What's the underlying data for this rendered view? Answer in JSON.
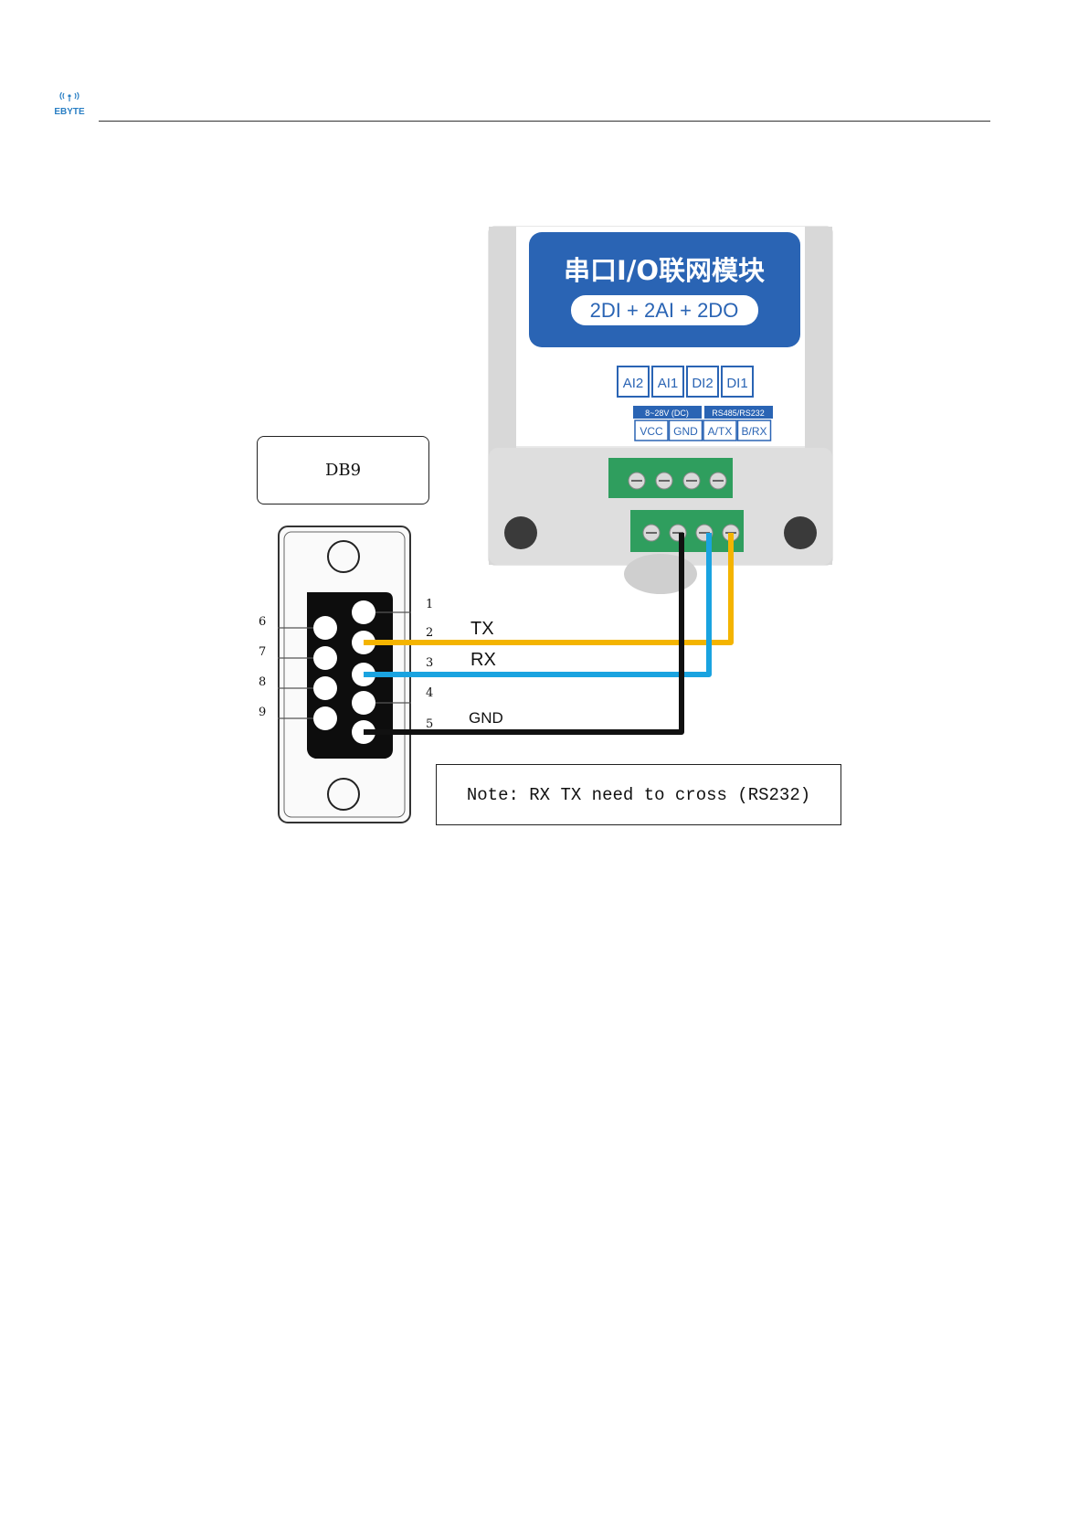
{
  "header": {
    "brand": "EBYTE",
    "logo_icon": "wifi-signal-icon"
  },
  "module": {
    "title": "串口I/O联网模块",
    "subtitle": "2DI + 2AI + 2DO",
    "io_labels": [
      "AI2",
      "AI1",
      "DI2",
      "DI1"
    ],
    "power_group_label": "8~28V (DC)",
    "serial_group_label": "RS485/RS232",
    "terminal_labels": [
      "VCC",
      "GND",
      "A/TX",
      "B/RX"
    ]
  },
  "db9": {
    "label": "DB9",
    "pin_numbers_right": [
      "1",
      "2",
      "3",
      "4",
      "5"
    ],
    "pin_numbers_left": [
      "6",
      "7",
      "8",
      "9"
    ]
  },
  "wires": [
    {
      "label": "TX",
      "color": "#f4b400"
    },
    {
      "label": "RX",
      "color": "#1aa3e0"
    },
    {
      "label": "GND",
      "color": "#111111"
    }
  ],
  "note": "Note: RX TX need to cross (RS232)",
  "colors": {
    "module_blue": "#2a64b4",
    "housing": "#dcdcdc",
    "terminal_green": "#2f9e5e"
  }
}
